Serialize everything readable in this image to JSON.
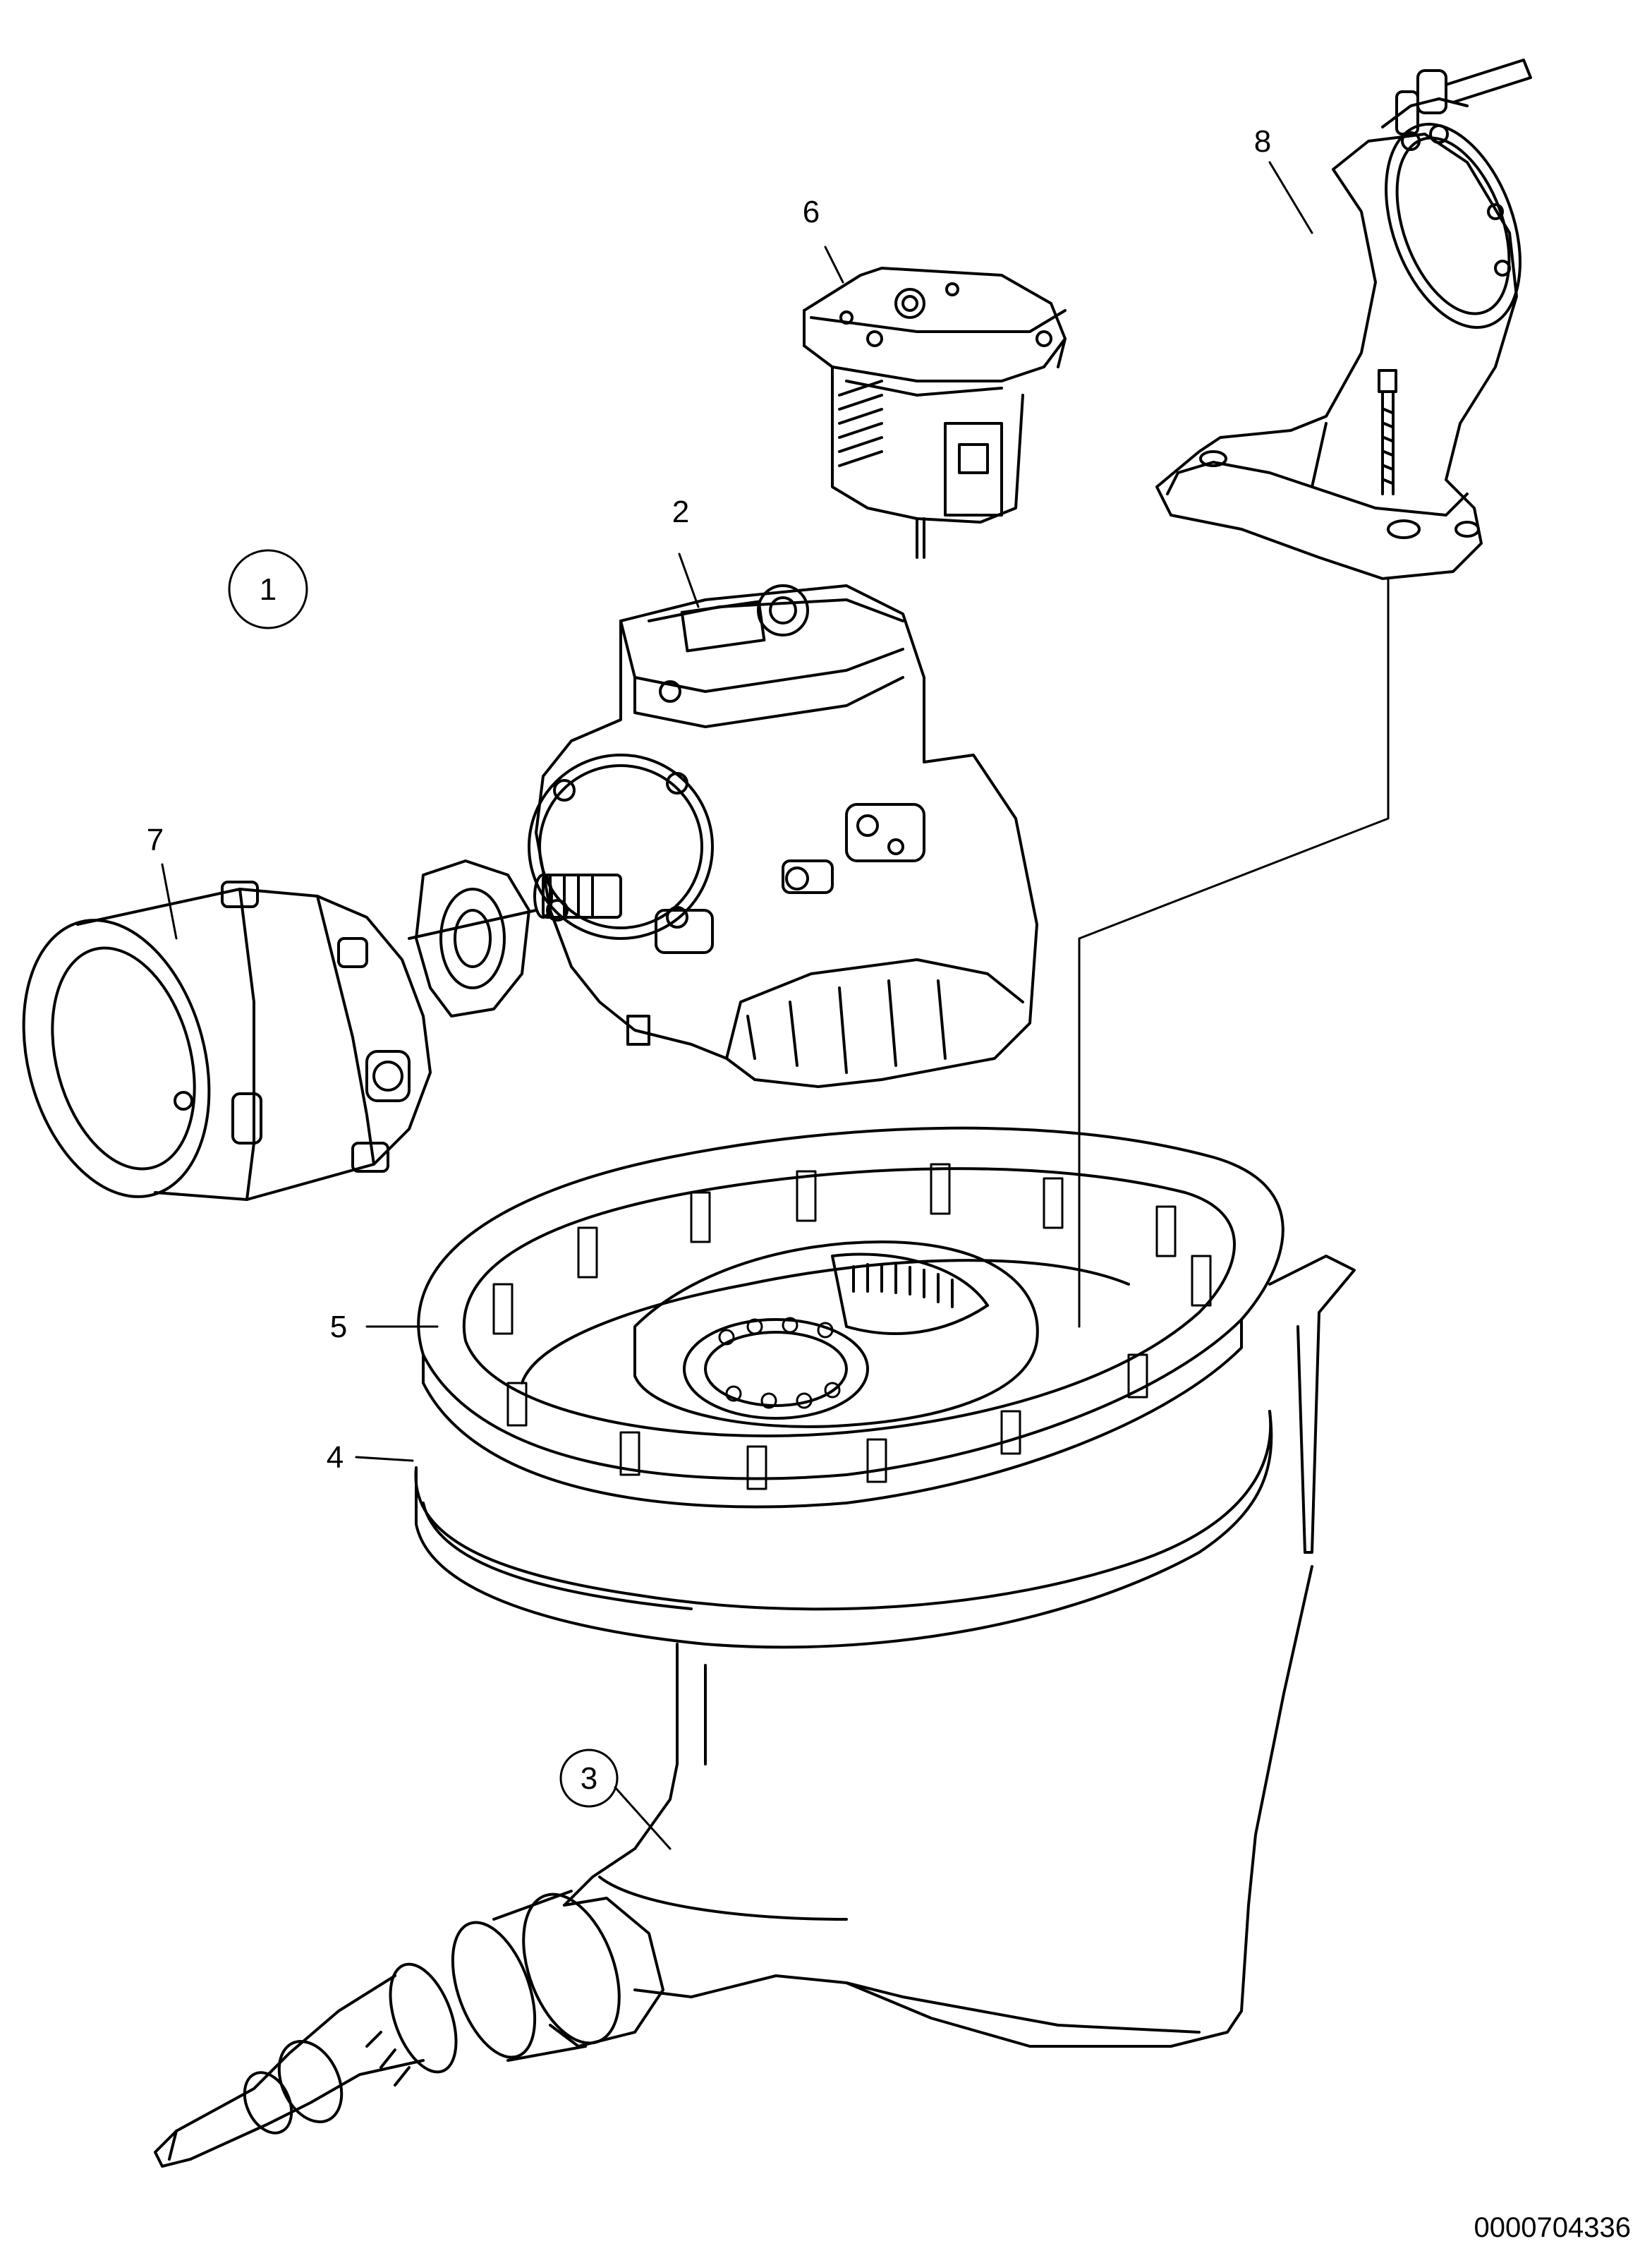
{
  "diagram": {
    "doc_id": "0000704336",
    "callouts": [
      {
        "id": "1",
        "circled": true
      },
      {
        "id": "2",
        "circled": false
      },
      {
        "id": "3",
        "circled": true
      },
      {
        "id": "4",
        "circled": false
      },
      {
        "id": "5",
        "circled": false
      },
      {
        "id": "6",
        "circled": false
      },
      {
        "id": "7",
        "circled": false
      },
      {
        "id": "8",
        "circled": false
      }
    ]
  }
}
